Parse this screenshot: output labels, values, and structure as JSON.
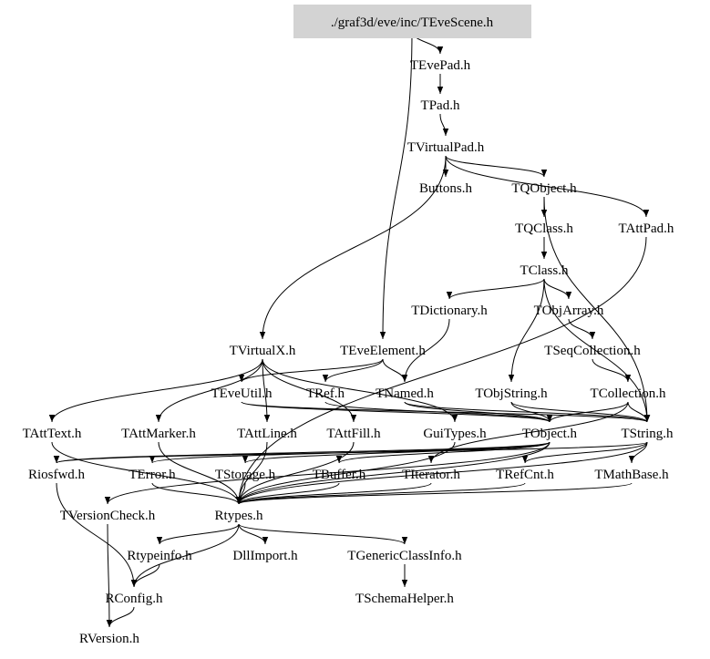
{
  "root": "./graf3d/eve/inc/TEveScene.h",
  "root_fill": "#d3d3d3",
  "nodes": [
    "./graf3d/eve/inc/TEveScene.h",
    "TEvePad.h",
    "TPad.h",
    "TVirtualPad.h",
    "Buttons.h",
    "TQObject.h",
    "TAttPad.h",
    "TQClass.h",
    "TClass.h",
    "TDictionary.h",
    "TObjArray.h",
    "TVirtualX.h",
    "TEveElement.h",
    "TSeqCollection.h",
    "TEveUtil.h",
    "TRef.h",
    "TNamed.h",
    "TObjString.h",
    "TCollection.h",
    "TAttText.h",
    "TAttMarker.h",
    "TAttLine.h",
    "TAttFill.h",
    "GuiTypes.h",
    "TObject.h",
    "TString.h",
    "Riosfwd.h",
    "TError.h",
    "TStorage.h",
    "TBuffer.h",
    "TIterator.h",
    "TRefCnt.h",
    "TMathBase.h",
    "TVersionCheck.h",
    "Rtypes.h",
    "Rtypeinfo.h",
    "DllImport.h",
    "TGenericClassInfo.h",
    "RConfig.h",
    "TSchemaHelper.h",
    "RVersion.h"
  ],
  "edges": [
    [
      "./graf3d/eve/inc/TEveScene.h",
      "TEvePad.h"
    ],
    [
      "./graf3d/eve/inc/TEveScene.h",
      "TEveElement.h"
    ],
    [
      "TEvePad.h",
      "TPad.h"
    ],
    [
      "TPad.h",
      "TVirtualPad.h"
    ],
    [
      "TVirtualPad.h",
      "Buttons.h"
    ],
    [
      "TVirtualPad.h",
      "TQObject.h"
    ],
    [
      "TVirtualPad.h",
      "TAttPad.h"
    ],
    [
      "TVirtualPad.h",
      "TVirtualX.h"
    ],
    [
      "TQObject.h",
      "TQClass.h"
    ],
    [
      "TQObject.h",
      "TString.h"
    ],
    [
      "TQClass.h",
      "TClass.h"
    ],
    [
      "TClass.h",
      "TDictionary.h"
    ],
    [
      "TClass.h",
      "TObjArray.h"
    ],
    [
      "TClass.h",
      "TObjString.h"
    ],
    [
      "TClass.h",
      "TString.h"
    ],
    [
      "TDictionary.h",
      "TNamed.h"
    ],
    [
      "TObjArray.h",
      "TSeqCollection.h"
    ],
    [
      "TSeqCollection.h",
      "TCollection.h"
    ],
    [
      "TCollection.h",
      "TObject.h"
    ],
    [
      "TCollection.h",
      "TString.h"
    ],
    [
      "TCollection.h",
      "TIterator.h"
    ],
    [
      "TAttPad.h",
      "Rtypes.h"
    ],
    [
      "TVirtualX.h",
      "TAttText.h"
    ],
    [
      "TVirtualX.h",
      "TAttMarker.h"
    ],
    [
      "TVirtualX.h",
      "TAttLine.h"
    ],
    [
      "TVirtualX.h",
      "TAttFill.h"
    ],
    [
      "TVirtualX.h",
      "GuiTypes.h"
    ],
    [
      "TEveElement.h",
      "TEveUtil.h"
    ],
    [
      "TEveElement.h",
      "TRef.h"
    ],
    [
      "TEveElement.h",
      "TNamed.h"
    ],
    [
      "TEveUtil.h",
      "TObject.h"
    ],
    [
      "TEveUtil.h",
      "TString.h"
    ],
    [
      "TRef.h",
      "TObject.h"
    ],
    [
      "TNamed.h",
      "TObject.h"
    ],
    [
      "TNamed.h",
      "TString.h"
    ],
    [
      "TObjString.h",
      "TObject.h"
    ],
    [
      "TObjString.h",
      "TString.h"
    ],
    [
      "TObject.h",
      "Riosfwd.h"
    ],
    [
      "TObject.h",
      "TStorage.h"
    ],
    [
      "TObject.h",
      "TBuffer.h"
    ],
    [
      "TObject.h",
      "TError.h"
    ],
    [
      "TObject.h",
      "TVersionCheck.h"
    ],
    [
      "TObject.h",
      "Rtypes.h"
    ],
    [
      "TString.h",
      "TMathBase.h"
    ],
    [
      "TString.h",
      "TRefCnt.h"
    ],
    [
      "TString.h",
      "Riosfwd.h"
    ],
    [
      "TString.h",
      "Rtypes.h"
    ],
    [
      "TAttText.h",
      "Rtypes.h"
    ],
    [
      "TAttMarker.h",
      "Rtypes.h"
    ],
    [
      "TAttLine.h",
      "Rtypes.h"
    ],
    [
      "TAttFill.h",
      "Rtypes.h"
    ],
    [
      "GuiTypes.h",
      "Rtypes.h"
    ],
    [
      "Riosfwd.h",
      "RConfig.h"
    ],
    [
      "TVersionCheck.h",
      "RVersion.h"
    ],
    [
      "TError.h",
      "Rtypes.h"
    ],
    [
      "TStorage.h",
      "Rtypes.h"
    ],
    [
      "TBuffer.h",
      "Rtypes.h"
    ],
    [
      "TIterator.h",
      "Rtypes.h"
    ],
    [
      "TRefCnt.h",
      "Rtypes.h"
    ],
    [
      "TMathBase.h",
      "Rtypes.h"
    ],
    [
      "Rtypes.h",
      "RConfig.h"
    ],
    [
      "Rtypes.h",
      "Rtypeinfo.h"
    ],
    [
      "Rtypes.h",
      "DllImport.h"
    ],
    [
      "Rtypes.h",
      "TGenericClassInfo.h"
    ],
    [
      "Rtypeinfo.h",
      "RConfig.h"
    ],
    [
      "RConfig.h",
      "RVersion.h"
    ],
    [
      "TGenericClassInfo.h",
      "TSchemaHelper.h"
    ]
  ]
}
